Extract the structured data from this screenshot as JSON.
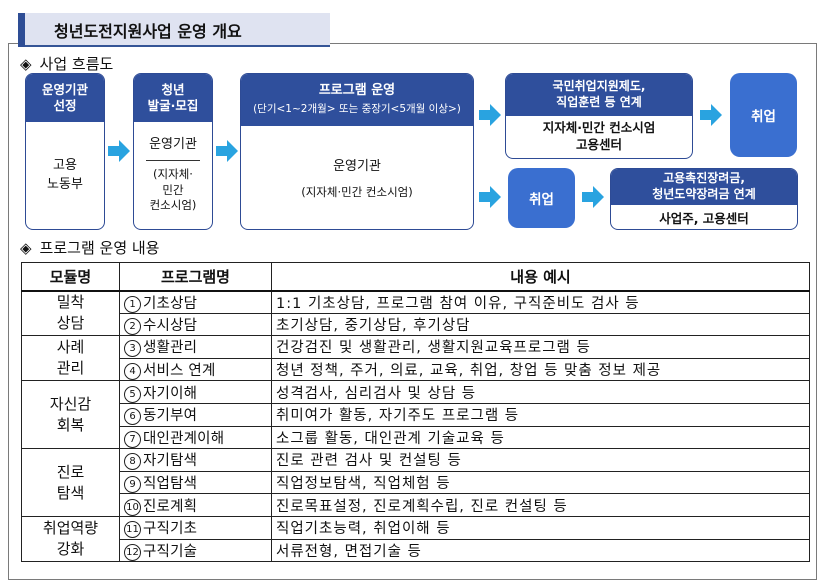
{
  "title": "청년도전지원사업 운영 개요",
  "flow": {
    "heading": "사업 흐름도",
    "box1": {
      "head_line1": "운영기관",
      "head_line2": "선정",
      "body_line1": "고용",
      "body_line2": "노동부"
    },
    "box2": {
      "head_line1": "청년",
      "head_line2": "발굴·모집",
      "body_title": "운영기관",
      "body_line1": "(지자체·",
      "body_line2": "민간",
      "body_line3": "컨소시엄)"
    },
    "box3": {
      "head_title": "프로그램 운영",
      "head_sub": "(단기<1~2개월> 또는 중장기<5개월 이상>)",
      "body_title": "운영기관",
      "body_sub": "(지자체·민간 컨소시엄)"
    },
    "box4": {
      "head_line1": "국민취업지원제도,",
      "head_line2": "직업훈련 등 연계",
      "body_line1": "지자체·민간 컨소시엄",
      "body_line2": "고용센터"
    },
    "box5": {
      "head_line1": "고용촉진장려금,",
      "head_line2": "청년도약장려금 연계",
      "body_line1": "사업주, 고용센터"
    },
    "employ_top": "취업",
    "employ_bottom": "취업"
  },
  "program": {
    "heading": "프로그램 운영 내용",
    "columns": [
      "모듈명",
      "프로그램명",
      "내용 예시"
    ],
    "modules": [
      {
        "name_line1": "밀착",
        "name_line2": "상담"
      },
      {
        "name_line1": "사례",
        "name_line2": "관리"
      },
      {
        "name_line1": "자신감",
        "name_line2": "회복"
      },
      {
        "name_line1": "진로",
        "name_line2": "탐색"
      },
      {
        "name_line1": "취업역량",
        "name_line2": "강화"
      }
    ],
    "rows": [
      {
        "num": "1",
        "name": "기초상담",
        "example": "1:1 기초상담, 프로그램 참여 이유, 구직준비도 검사 등"
      },
      {
        "num": "2",
        "name": "수시상담",
        "example": "초기상담, 중기상담, 후기상담"
      },
      {
        "num": "3",
        "name": "생활관리",
        "example": "건강검진 및 생활관리, 생활지원교육프로그램  등"
      },
      {
        "num": "4",
        "name": "서비스 연계",
        "example": "청년 정책, 주거, 의료, 교육, 취업, 창업 등 맞춤 정보 제공"
      },
      {
        "num": "5",
        "name": "자기이해",
        "example": "성격검사, 심리검사 및 상담 등"
      },
      {
        "num": "6",
        "name": "동기부여",
        "example": "취미여가 활동, 자기주도 프로그램 등"
      },
      {
        "num": "7",
        "name": "대인관계이해",
        "example": "소그룹 활동, 대인관계 기술교육 등"
      },
      {
        "num": "8",
        "name": "자기탐색",
        "example": "진로 관련 검사 및 컨설팅 등"
      },
      {
        "num": "9",
        "name": "직업탐색",
        "example": "직업정보탐색, 직업체험 등"
      },
      {
        "num": "10",
        "name": "진로계획",
        "example": "진로목표설정, 진로계획수립, 진로 컨설팅 등"
      },
      {
        "num": "11",
        "name": "구직기초",
        "example": "직업기초능력, 취업이해 등"
      },
      {
        "num": "12",
        "name": "구직기술",
        "example": "서류전형, 면접기술 등"
      }
    ]
  },
  "colors": {
    "navy": "#2f4f9c",
    "bubble": "#3a6fd0",
    "arrow": "#29a3e0",
    "title_bg": "#dfe3f1"
  },
  "icons": {
    "section_marker": "◈",
    "flow_arrow": "right-arrow-icon"
  }
}
